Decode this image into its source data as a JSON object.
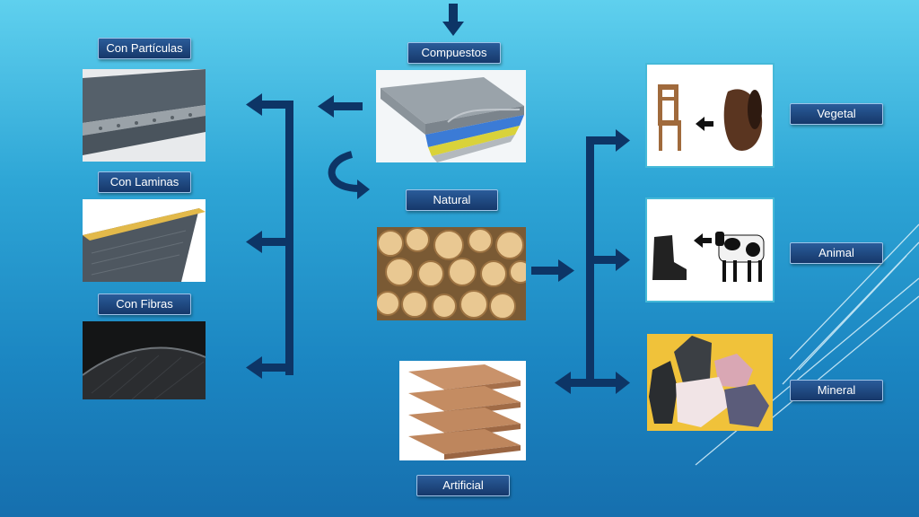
{
  "labels": {
    "compuestos": "Compuestos",
    "natural": "Natural",
    "artificial": "Artificial",
    "con_particulas": "Con Partículas",
    "con_laminas": "Con Laminas",
    "con_fibras": "Con Fibras",
    "vegetal": "Vegetal",
    "animal": "Animal",
    "mineral": "Mineral"
  },
  "colors": {
    "arrow": "#0d3566",
    "label_bg": "#1e477f",
    "background_top": "#5fd0ee",
    "background_bottom": "#166fae"
  },
  "images": {
    "compuestos": "layered-composite-sheet-image",
    "natural": "stacked-logs-image",
    "artificial": "cardboard-sheets-image",
    "con_particulas": "particle-board-image",
    "con_laminas": "laminated-sheet-image",
    "con_fibras": "carbon-fiber-image",
    "vegetal": "chair-and-wood-image",
    "animal": "boot-and-cow-image",
    "mineral": "mineral-rocks-image"
  }
}
